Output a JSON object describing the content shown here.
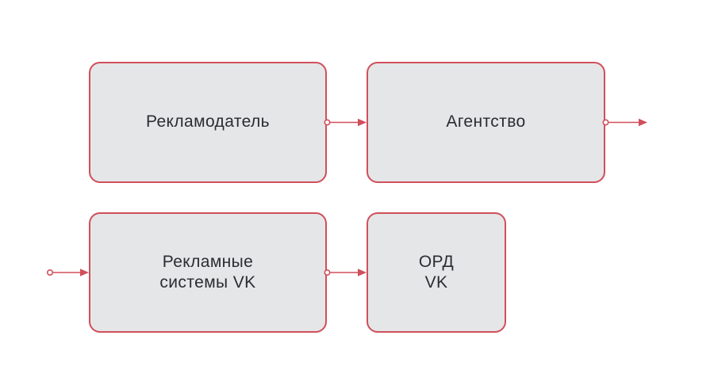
{
  "diagram": {
    "colors": {
      "bg": "#ffffff",
      "node_fill": "#e5e6e8",
      "accent": "#d04f5b",
      "text": "#2c2c31"
    },
    "nodes": [
      {
        "id": "advertiser",
        "label": "Рекламодатель"
      },
      {
        "id": "agency",
        "label": "Агентство"
      },
      {
        "id": "adsystems",
        "label": "Рекламные\nсистемы VK"
      },
      {
        "id": "ord",
        "label": "ОРД\nVK"
      }
    ],
    "edges": [
      {
        "from": "advertiser",
        "to": "agency"
      },
      {
        "from": "agency",
        "to": "offscreen-right"
      },
      {
        "from": "offscreen-left",
        "to": "adsystems"
      },
      {
        "from": "adsystems",
        "to": "ord"
      }
    ]
  }
}
